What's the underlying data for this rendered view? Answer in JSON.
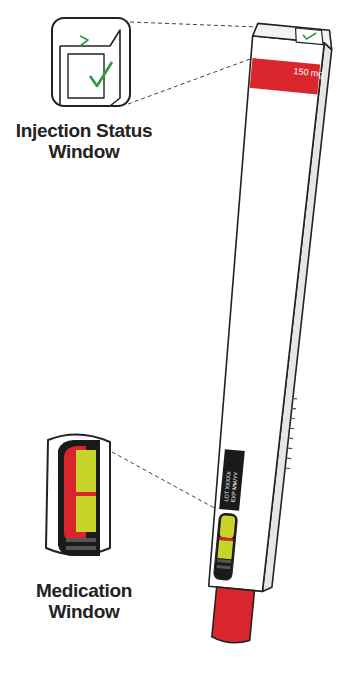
{
  "diagram": {
    "labels": [
      "Injection Status Window",
      "150 mg",
      "LOT XXXXX",
      "EXP MM/YY",
      "Medication Window"
    ]
  }
}
